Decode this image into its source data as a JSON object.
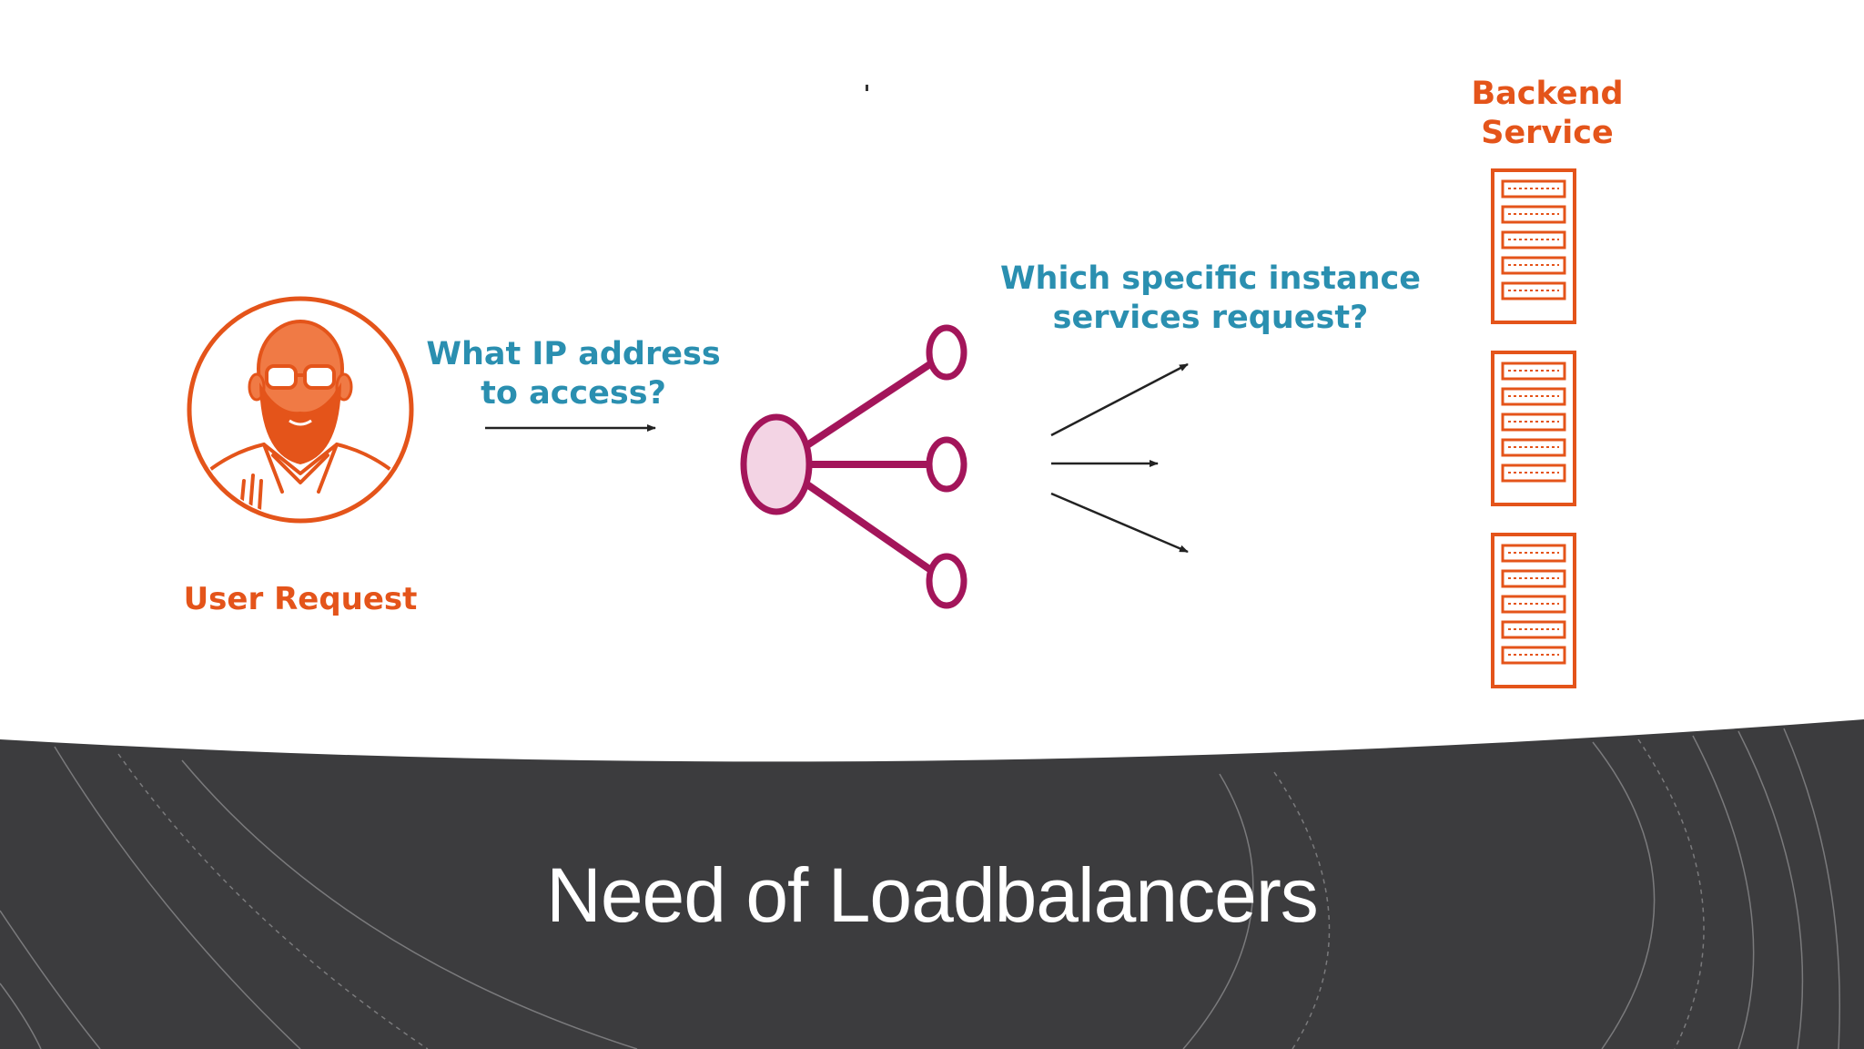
{
  "slide": {
    "title": "Need of Loadbalancers"
  },
  "diagram": {
    "user_label": "User Request",
    "question_ip": "What IP address\nto access?",
    "question_instance": "Which specific instance\nservices request?",
    "backend_title": "Backend\nService",
    "server_count": 3,
    "node": {
      "icon": "load-balancer-icon",
      "branches": 3
    }
  },
  "colors": {
    "orange": "#e4541a",
    "teal": "#2a8fb0",
    "magenta": "#a3155a",
    "node_fill": "#f3d4e4",
    "footer": "#3c3c3e"
  }
}
